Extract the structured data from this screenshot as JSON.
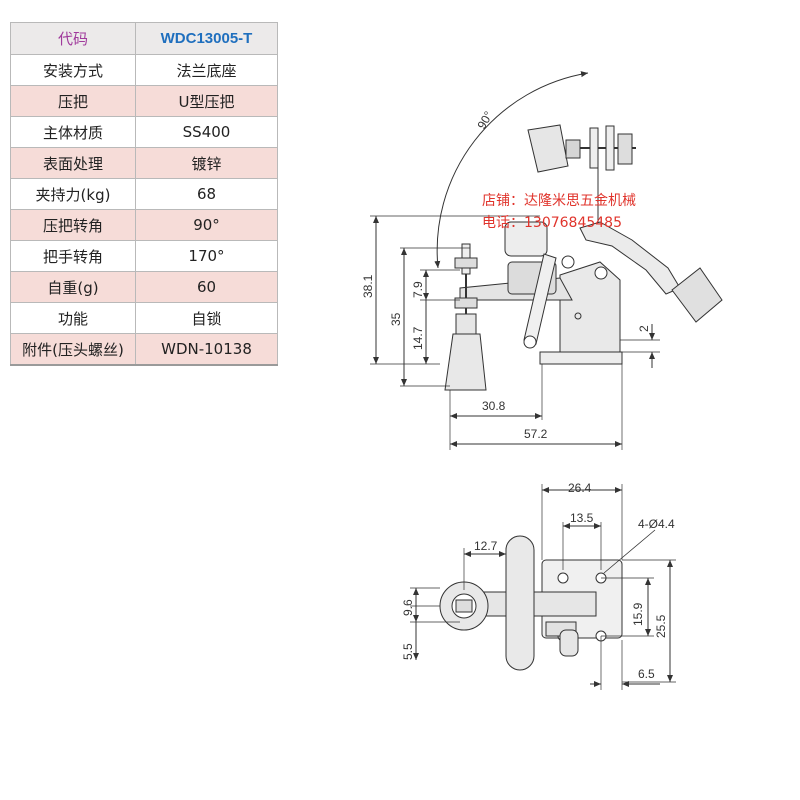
{
  "spec_table": {
    "header": {
      "key": "代码",
      "value": "WDC13005-T"
    },
    "rows": [
      {
        "key": "安装方式",
        "value": "法兰底座",
        "shaded": false
      },
      {
        "key": "压把",
        "value": "U型压把",
        "shaded": true
      },
      {
        "key": "主体材质",
        "value": "SS400",
        "shaded": false
      },
      {
        "key": "表面处理",
        "value": "镀锌",
        "shaded": true
      },
      {
        "key": "夹持力(kg)",
        "value": "68",
        "shaded": false
      },
      {
        "key": "压把转角",
        "value": "90°",
        "shaded": true
      },
      {
        "key": "把手转角",
        "value": "170°",
        "shaded": false
      },
      {
        "key": "自重(g)",
        "value": "60",
        "shaded": true
      },
      {
        "key": "功能",
        "value": "自锁",
        "shaded": false
      },
      {
        "key": "附件(压头螺丝)",
        "value": "WDN-10138",
        "shaded": true
      }
    ]
  },
  "watermark": {
    "shop": "店铺：达隆米思五金机械",
    "phone": "电话：13076845485"
  },
  "side_view": {
    "angle": "90°",
    "dims": {
      "total_height": "38.1",
      "height_35": "35",
      "dim_7_9": "7.9",
      "dim_14_7": "14.7",
      "dim_2": "2",
      "dim_30_8": "30.8",
      "dim_57_2": "57.2"
    }
  },
  "top_view": {
    "dims": {
      "dim_26_4": "26.4",
      "dim_13_5": "13.5",
      "holes": "4-Ø4.4",
      "dim_12_7": "12.7",
      "dim_9_6": "9.6",
      "dim_5_5": "5.5",
      "dim_15_9": "15.9",
      "dim_25_5": "25.5",
      "dim_6_5": "6.5"
    }
  },
  "colors": {
    "table_pink": "#f6dcd8",
    "header_gray": "#eceaea",
    "code_blue": "#1f6fbe",
    "label_purple": "#a03a9c",
    "watermark_red": "#e0342c"
  }
}
